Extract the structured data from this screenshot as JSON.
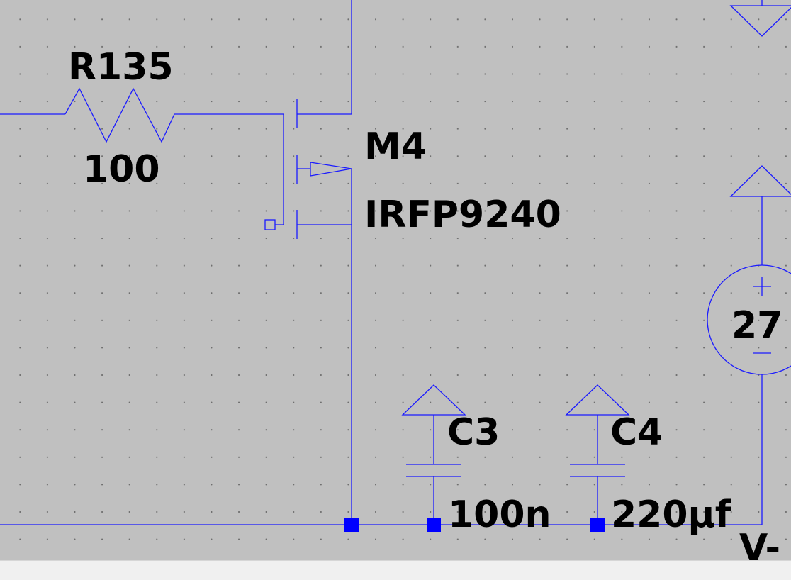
{
  "colors": {
    "background": "#c0c0c0",
    "wire": "#1a1aff",
    "node": "#0000ff",
    "label": "#000000"
  },
  "components": {
    "resistor": {
      "name": "R135",
      "value": "100"
    },
    "mosfet": {
      "name": "M4",
      "model": "IRFP9240"
    },
    "cap1": {
      "name": "C3",
      "value": "100n"
    },
    "cap2": {
      "name": "C4",
      "value": "220µf"
    },
    "source": {
      "value": "27"
    }
  },
  "net_labels": {
    "negative_rail": "V-"
  }
}
